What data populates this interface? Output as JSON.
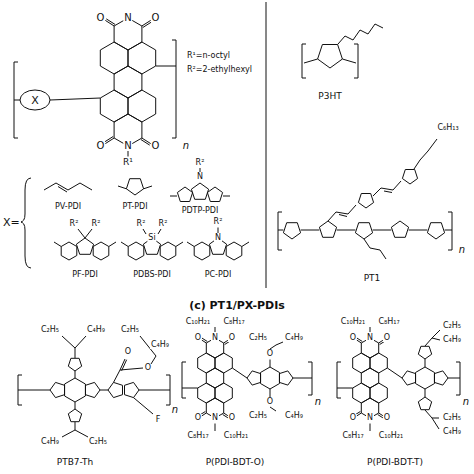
{
  "diagram": {
    "caption": "(c) PT1/PX-PDIs",
    "labels": [
      "X",
      "n",
      "R¹=n-octyl",
      "R²=2-ethylhexyl",
      "O",
      "N",
      "O",
      "O",
      "N",
      "O",
      "R¹",
      "X=",
      "PV-PDI",
      "PT-PDI",
      "R²",
      "N",
      "PDTP-PDI",
      "R²",
      "R²",
      "PF-PDI",
      "R²",
      "Si",
      "R²",
      "PDBS-PDI",
      "R²",
      "N",
      "PC-PDI",
      "P3HT",
      "C₆H₁₃",
      "n",
      "PT1",
      "C₂H₅",
      "C₄H₉",
      "O",
      "O",
      "C₂H₅",
      "C₄H₉",
      "F",
      "C₄H₉",
      "C₂H₅",
      "PTB7-Th",
      "C₁₀H₂₁",
      "C₈H₁₇",
      "O",
      "N",
      "O",
      "O",
      "C₂H₅",
      "C₄H₉",
      "O",
      "C₂H₅",
      "C₄H₉",
      "O",
      "N",
      "O",
      "C₈H₁₇",
      "C₁₀H₂₁",
      "P(PDI-BDT-O)",
      "C₁₀H₂₁",
      "C₈H₁₇",
      "O",
      "N",
      "O",
      "C₂H₅",
      "C₄H₉",
      "C₂H₅",
      "C₄H₉",
      "O",
      "N",
      "O",
      "C₈H₁₇",
      "C₁₀H₂₁",
      "P(PDI-BDT-T)",
      "n",
      "n",
      "n"
    ]
  }
}
